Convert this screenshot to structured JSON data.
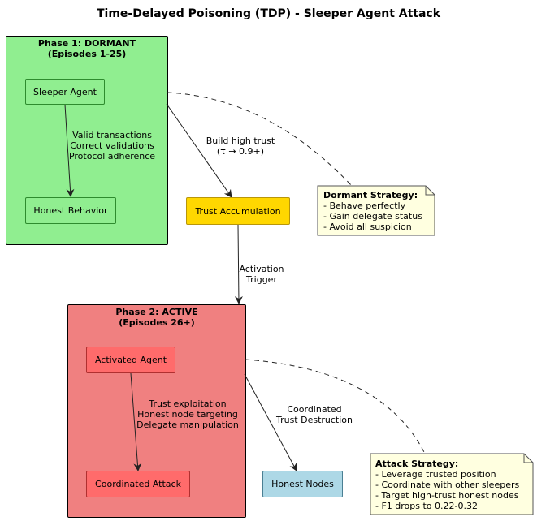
{
  "title": "Time-Delayed Poisoning (TDP) - Sleeper Agent Attack",
  "phase1": {
    "title_line1": "Phase 1: DORMANT",
    "title_line2": "(Episodes 1-25)"
  },
  "phase2": {
    "title_line1": "Phase 2: ACTIVE",
    "title_line2": "(Episodes 26+)"
  },
  "nodes": {
    "sleeper_agent": "Sleeper Agent",
    "honest_behavior": "Honest Behavior",
    "trust_accumulation": "Trust Accumulation",
    "activated_agent": "Activated Agent",
    "coordinated_attack": "Coordinated Attack",
    "honest_nodes": "Honest Nodes"
  },
  "edge_labels": {
    "sleeper_to_honest": [
      "Valid transactions",
      "Correct validations",
      "Protocol adherence"
    ],
    "phase1_to_trust": [
      "Build high trust",
      "(τ → 0.9+)"
    ],
    "trust_to_phase2": [
      "Activation",
      "Trigger"
    ],
    "activated_to_attack": [
      "Trust exploitation",
      "Honest node targeting",
      "Delegate manipulation"
    ],
    "phase2_to_honest": [
      "Coordinated",
      "Trust Destruction"
    ]
  },
  "notes": {
    "dormant": {
      "title": "Dormant Strategy:",
      "lines": [
        "- Behave perfectly",
        "- Gain delegate status",
        "- Avoid all suspicion"
      ]
    },
    "attack": {
      "title": "Attack Strategy:",
      "lines": [
        "- Leverage trusted position",
        "- Coordinate with other sleepers",
        "- Target high-trust honest nodes",
        "- F1 drops to 0.22-0.32"
      ]
    }
  },
  "colors": {
    "phase1_fill": "#90EE90",
    "phase1_node_fill": "#90EE90",
    "phase1_node_border": "#2e8b2e",
    "phase2_fill": "#F08080",
    "phase2_node_fill": "#FF6B6B",
    "phase2_node_border": "#b03030",
    "trust_fill": "#FFD700",
    "honest_nodes_fill": "#ADD8E6",
    "note_fill": "#FFFFE0"
  }
}
